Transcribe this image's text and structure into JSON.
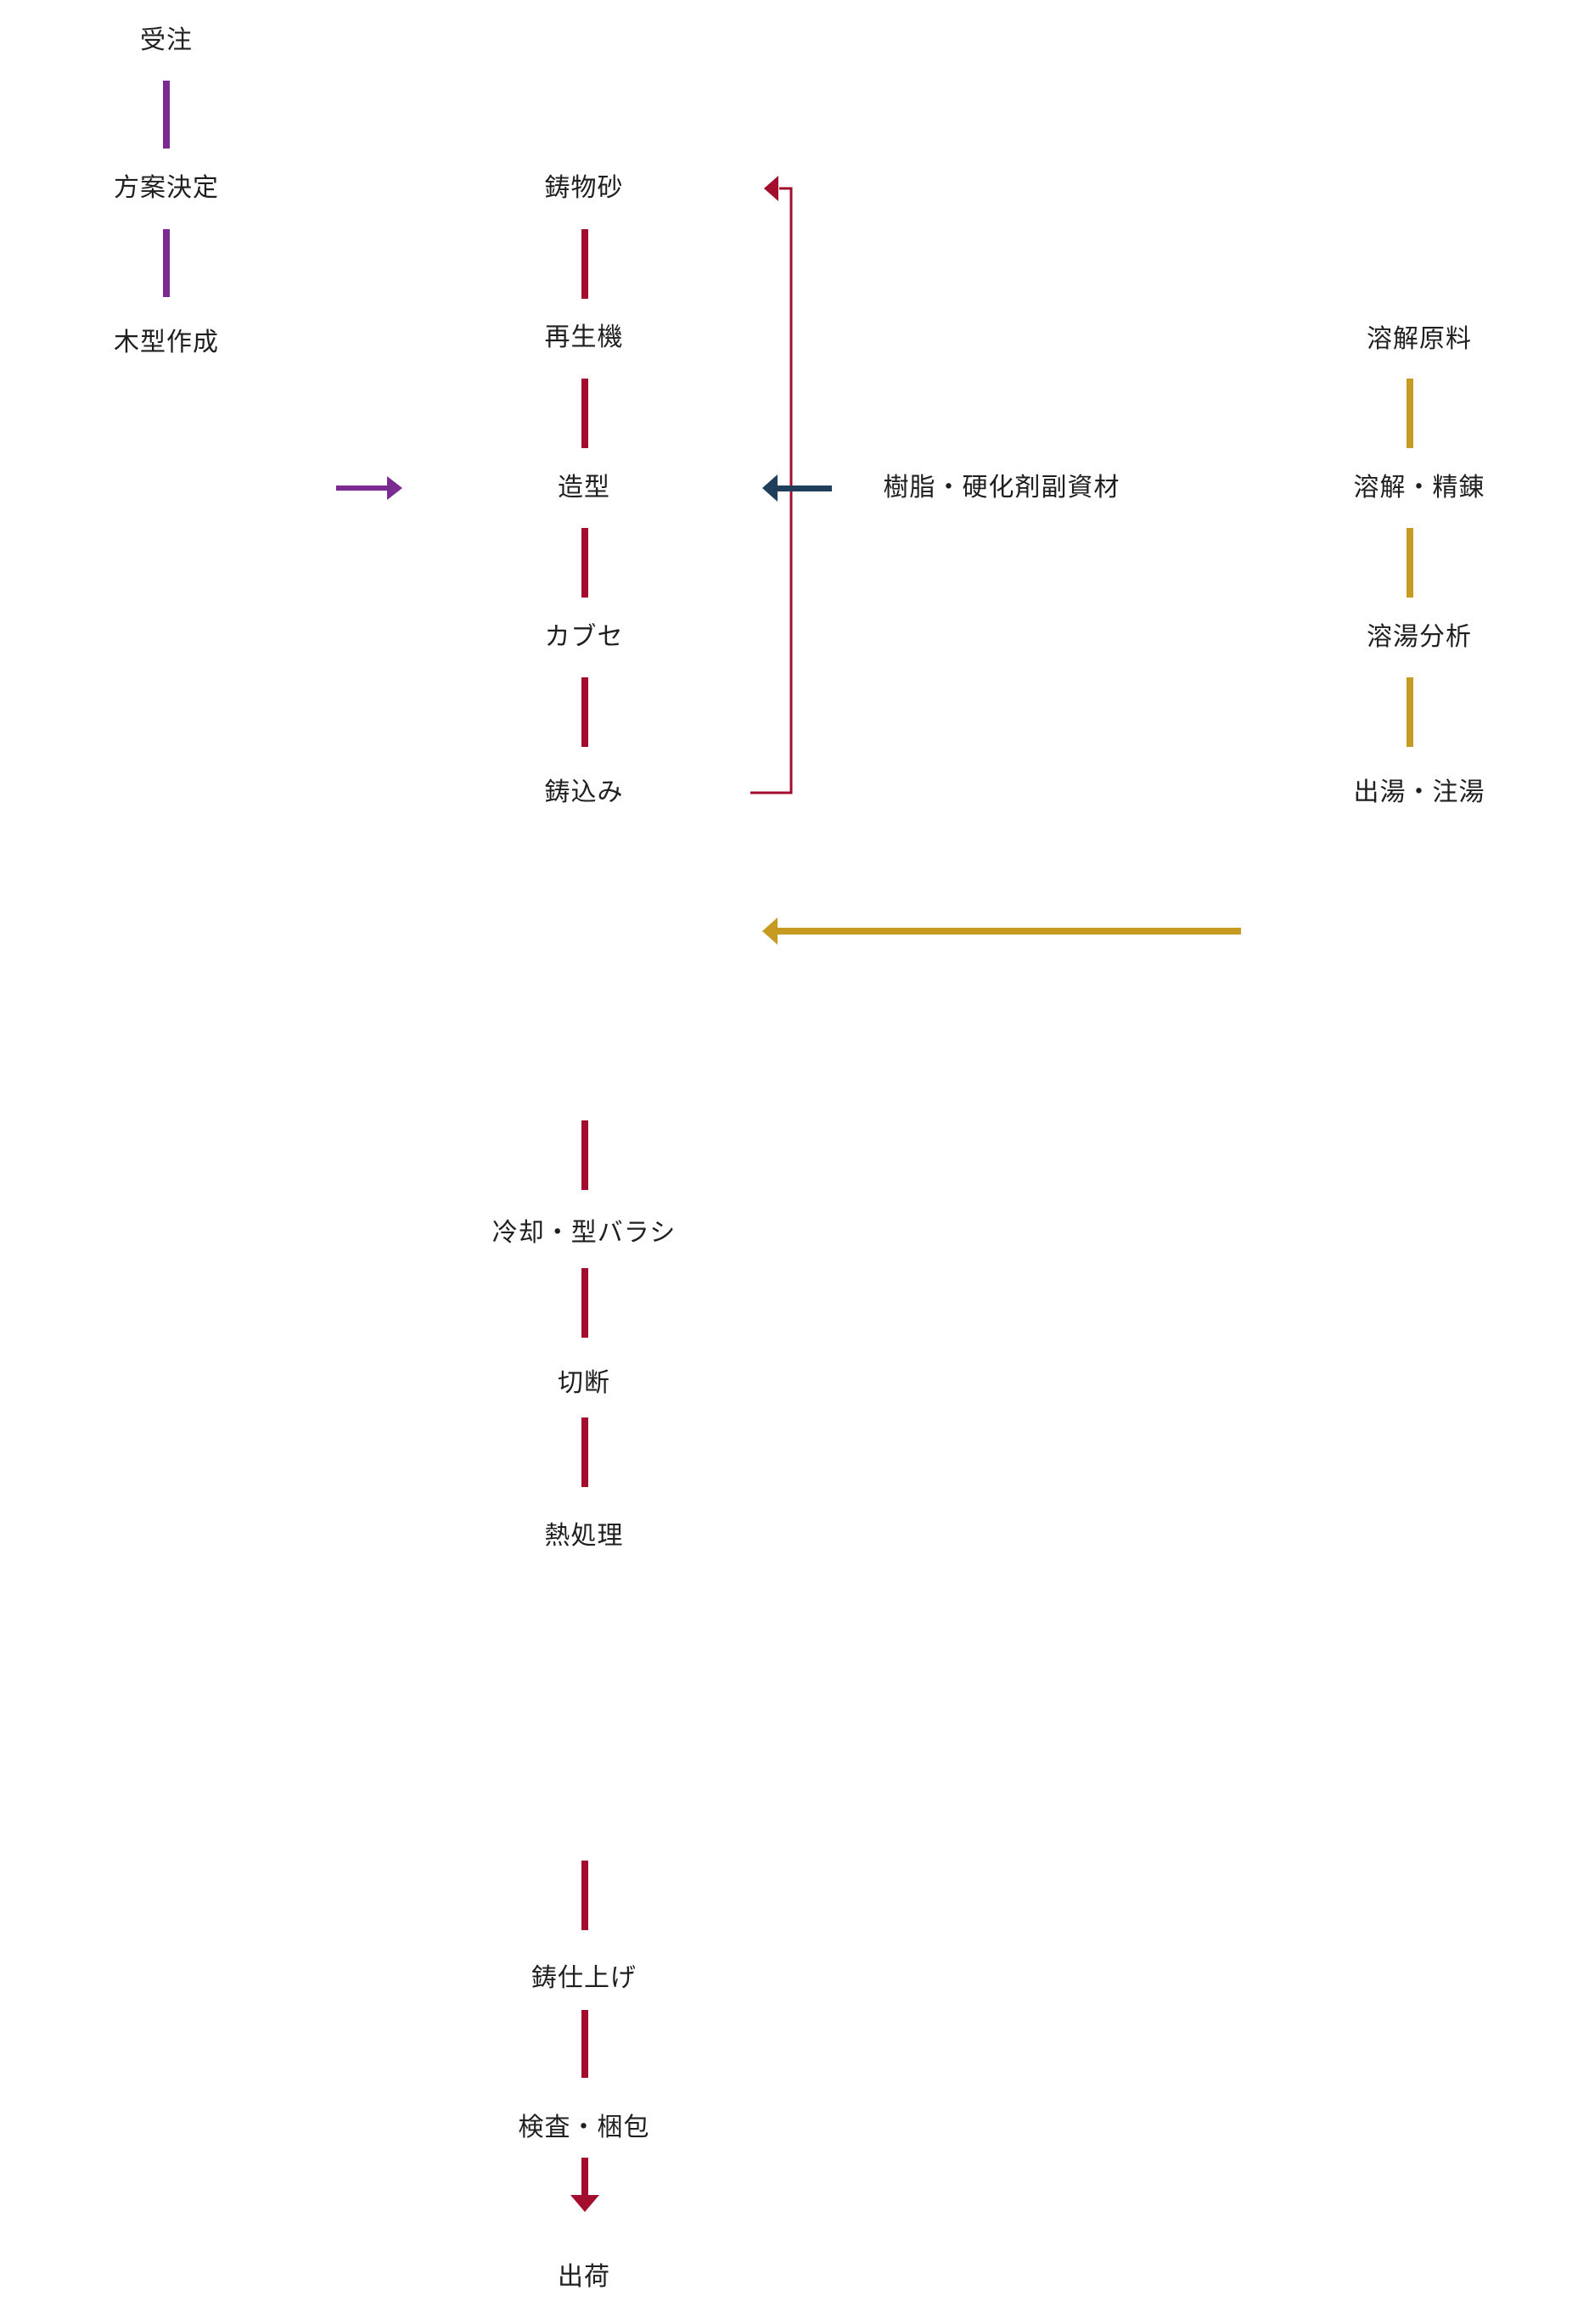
{
  "colors": {
    "order": "#7a2a90",
    "molding": "#a30d2e",
    "melting": "#c79b22",
    "material": "#1f3e59",
    "text": "#1f1f1f"
  },
  "order_flow": {
    "steps": [
      "受注",
      "方案決定",
      "木型作成"
    ]
  },
  "molding_flow": {
    "steps": [
      "鋳物砂",
      "再生機",
      "造型",
      "カブセ",
      "鋳込み"
    ],
    "return_arrow": "sand-return-from-pouring-to-foundry-sand"
  },
  "materials": {
    "label": "樹脂・硬化剤副資材"
  },
  "melting_flow": {
    "steps": [
      "溶解原料",
      "溶解・精錬",
      "溶湯分析",
      "出湯・注湯"
    ]
  },
  "finishing_flow": {
    "steps_a": [
      "冷却・型バラシ",
      "切断",
      "熱処理"
    ],
    "steps_b": [
      "鋳仕上げ",
      "検査・梱包"
    ],
    "final": "出荷"
  }
}
